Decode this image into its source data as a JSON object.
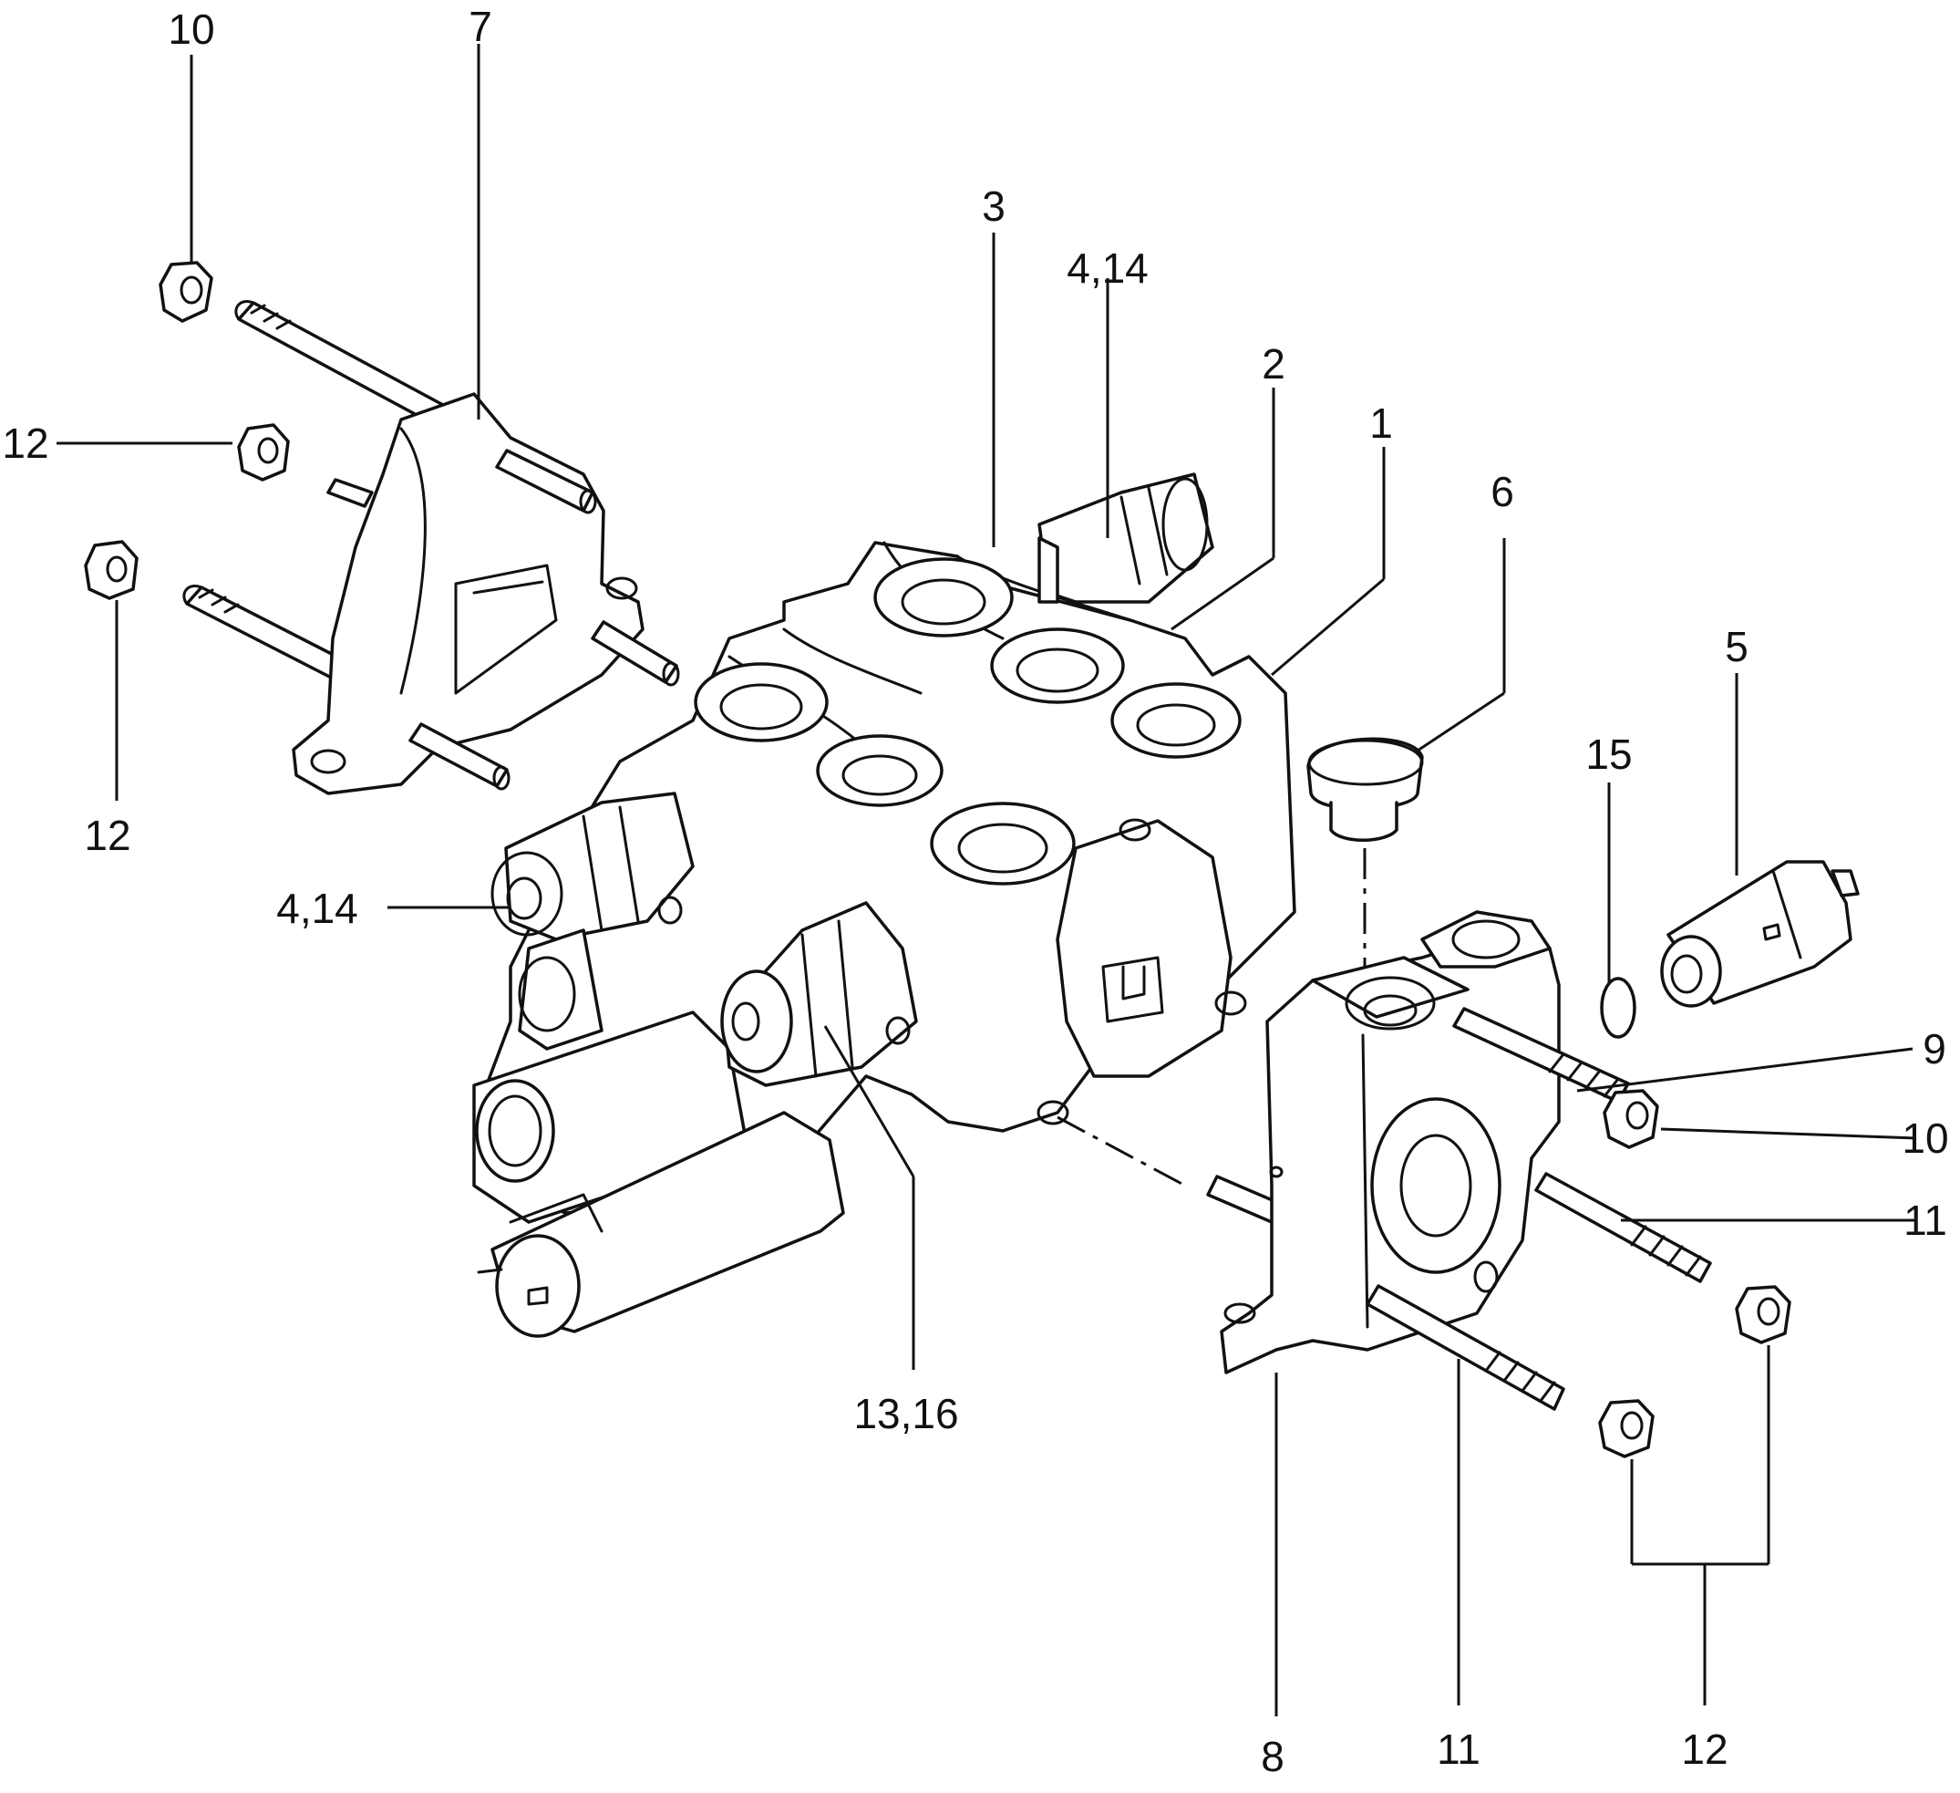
{
  "diagram": {
    "callouts": [
      {
        "id": "c-10-top",
        "text": "10"
      },
      {
        "id": "c-7",
        "text": "7"
      },
      {
        "id": "c-12-left",
        "text": "12"
      },
      {
        "id": "c-12-lower-left",
        "text": "12"
      },
      {
        "id": "c-3",
        "text": "3"
      },
      {
        "id": "c-4-14-top",
        "text": "4,14"
      },
      {
        "id": "c-2",
        "text": "2"
      },
      {
        "id": "c-1",
        "text": "1"
      },
      {
        "id": "c-6",
        "text": "6"
      },
      {
        "id": "c-5",
        "text": "5"
      },
      {
        "id": "c-15",
        "text": "15"
      },
      {
        "id": "c-4-14-left",
        "text": "4,14"
      },
      {
        "id": "c-9",
        "text": "9"
      },
      {
        "id": "c-10-right",
        "text": "10"
      },
      {
        "id": "c-11-right",
        "text": "11"
      },
      {
        "id": "c-13-16",
        "text": "13,16"
      },
      {
        "id": "c-8",
        "text": "8"
      },
      {
        "id": "c-11-bottom",
        "text": "11"
      },
      {
        "id": "c-12-bottom",
        "text": "12"
      }
    ]
  }
}
